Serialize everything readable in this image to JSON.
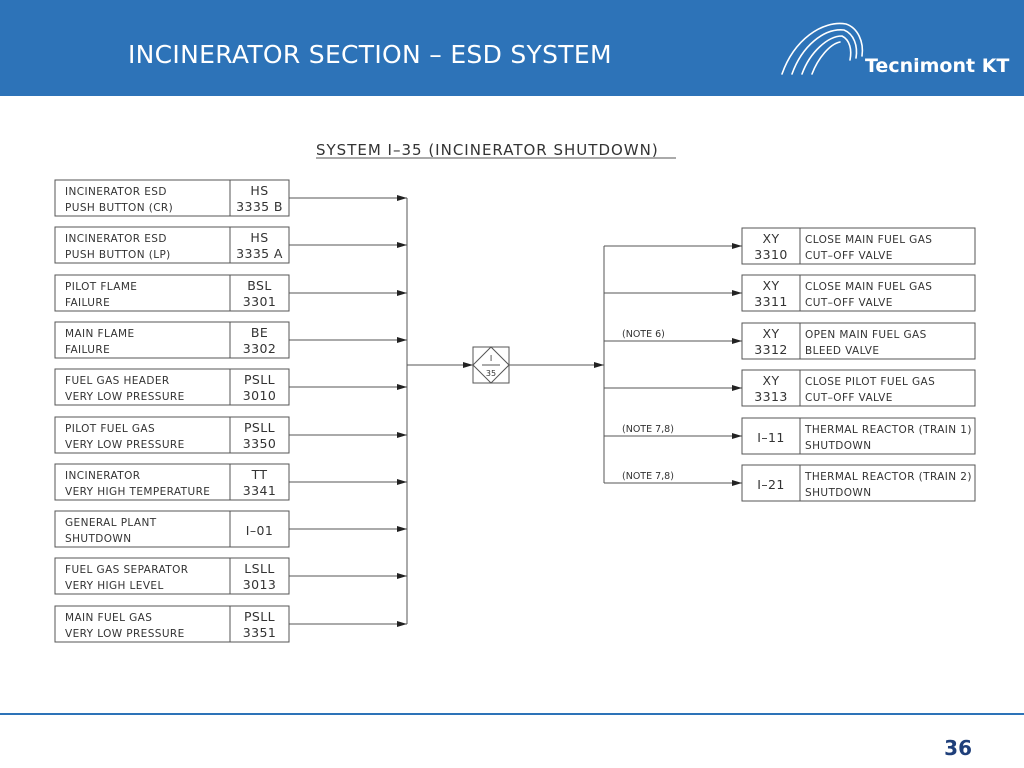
{
  "header": {
    "title": "INCINERATOR SECTION – ESD SYSTEM",
    "brand": "Tecnimont KT"
  },
  "footer": {
    "page_number": "36"
  },
  "diagram": {
    "system_label": "SYSTEM I–35 (INCINERATOR SHUTDOWN)",
    "center_block": {
      "line1": "I",
      "line2": "35"
    },
    "inputs": [
      {
        "desc1": "INCINERATOR ESD",
        "desc2": "PUSH BUTTON (CR)",
        "tag1": "HS",
        "tag2": "3335 B"
      },
      {
        "desc1": "INCINERATOR ESD",
        "desc2": "PUSH BUTTON (LP)",
        "tag1": "HS",
        "tag2": "3335 A"
      },
      {
        "desc1": "PILOT FLAME",
        "desc2": "FAILURE",
        "tag1": "BSL",
        "tag2": "3301"
      },
      {
        "desc1": "MAIN FLAME",
        "desc2": "FAILURE",
        "tag1": "BE",
        "tag2": "3302"
      },
      {
        "desc1": "FUEL GAS HEADER",
        "desc2": "VERY LOW PRESSURE",
        "tag1": "PSLL",
        "tag2": "3010"
      },
      {
        "desc1": "PILOT FUEL GAS",
        "desc2": "VERY LOW PRESSURE",
        "tag1": "PSLL",
        "tag2": "3350"
      },
      {
        "desc1": "INCINERATOR",
        "desc2": "VERY HIGH TEMPERATURE",
        "tag1": "TT",
        "tag2": "3341"
      },
      {
        "desc1": "GENERAL PLANT",
        "desc2": "SHUTDOWN",
        "tag1": "I–01",
        "tag2": ""
      },
      {
        "desc1": "FUEL GAS SEPARATOR",
        "desc2": "VERY HIGH LEVEL",
        "tag1": "LSLL",
        "tag2": "3013"
      },
      {
        "desc1": "MAIN FUEL GAS",
        "desc2": "VERY LOW PRESSURE",
        "tag1": "PSLL",
        "tag2": "3351"
      }
    ],
    "outputs": [
      {
        "note": "",
        "tag1": "XY",
        "tag2": "3310",
        "desc1": "CLOSE MAIN FUEL GAS",
        "desc2": "CUT–OFF VALVE"
      },
      {
        "note": "",
        "tag1": "XY",
        "tag2": "3311",
        "desc1": "CLOSE MAIN FUEL GAS",
        "desc2": "CUT–OFF VALVE"
      },
      {
        "note": "(NOTE 6)",
        "tag1": "XY",
        "tag2": "3312",
        "desc1": "OPEN MAIN FUEL GAS",
        "desc2": "BLEED VALVE"
      },
      {
        "note": "",
        "tag1": "XY",
        "tag2": "3313",
        "desc1": "CLOSE PILOT FUEL GAS",
        "desc2": "CUT–OFF VALVE"
      },
      {
        "note": "(NOTE 7,8)",
        "tag1": "I–11",
        "tag2": "",
        "desc1": "THERMAL REACTOR (TRAIN 1)",
        "desc2": "SHUTDOWN"
      },
      {
        "note": "(NOTE 7,8)",
        "tag1": "I–21",
        "tag2": "",
        "desc1": "THERMAL REACTOR (TRAIN 2)",
        "desc2": "SHUTDOWN"
      }
    ],
    "colors": {
      "line": "#555555",
      "header_bg": "#2d73b8"
    }
  }
}
